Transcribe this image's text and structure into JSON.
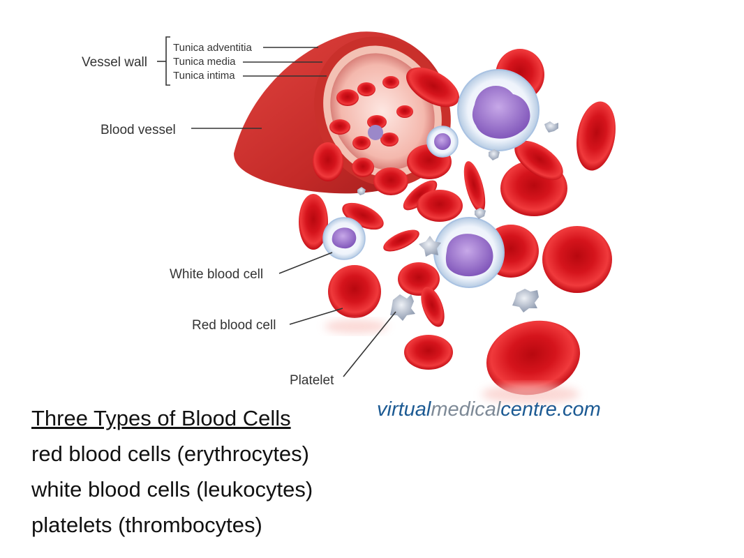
{
  "diagram": {
    "labels": {
      "vessel_wall": "Vessel wall",
      "tunica_adventitia": "Tunica adventitia",
      "tunica_media": "Tunica media",
      "tunica_intima": "Tunica intima",
      "blood_vessel": "Blood vessel",
      "white_blood_cell": "White blood cell",
      "red_blood_cell": "Red blood cell",
      "platelet": "Platelet"
    },
    "watermark": {
      "part1": "virtual",
      "part2": "medical",
      "part3": "centre.com"
    },
    "colors": {
      "red_cell": "#d7141d",
      "red_dark": "#a00c12",
      "white_cell_nucleus": "#9d79c9",
      "platelet": "#b9c3d2",
      "watermark_blue": "#1c5a93",
      "watermark_gray": "#7e8a97"
    }
  },
  "text": {
    "title": "Three Types of Blood Cells",
    "items": [
      "red blood cells (erythrocytes)",
      "white blood cells (leukocytes)",
      "platelets (thrombocytes)"
    ]
  }
}
